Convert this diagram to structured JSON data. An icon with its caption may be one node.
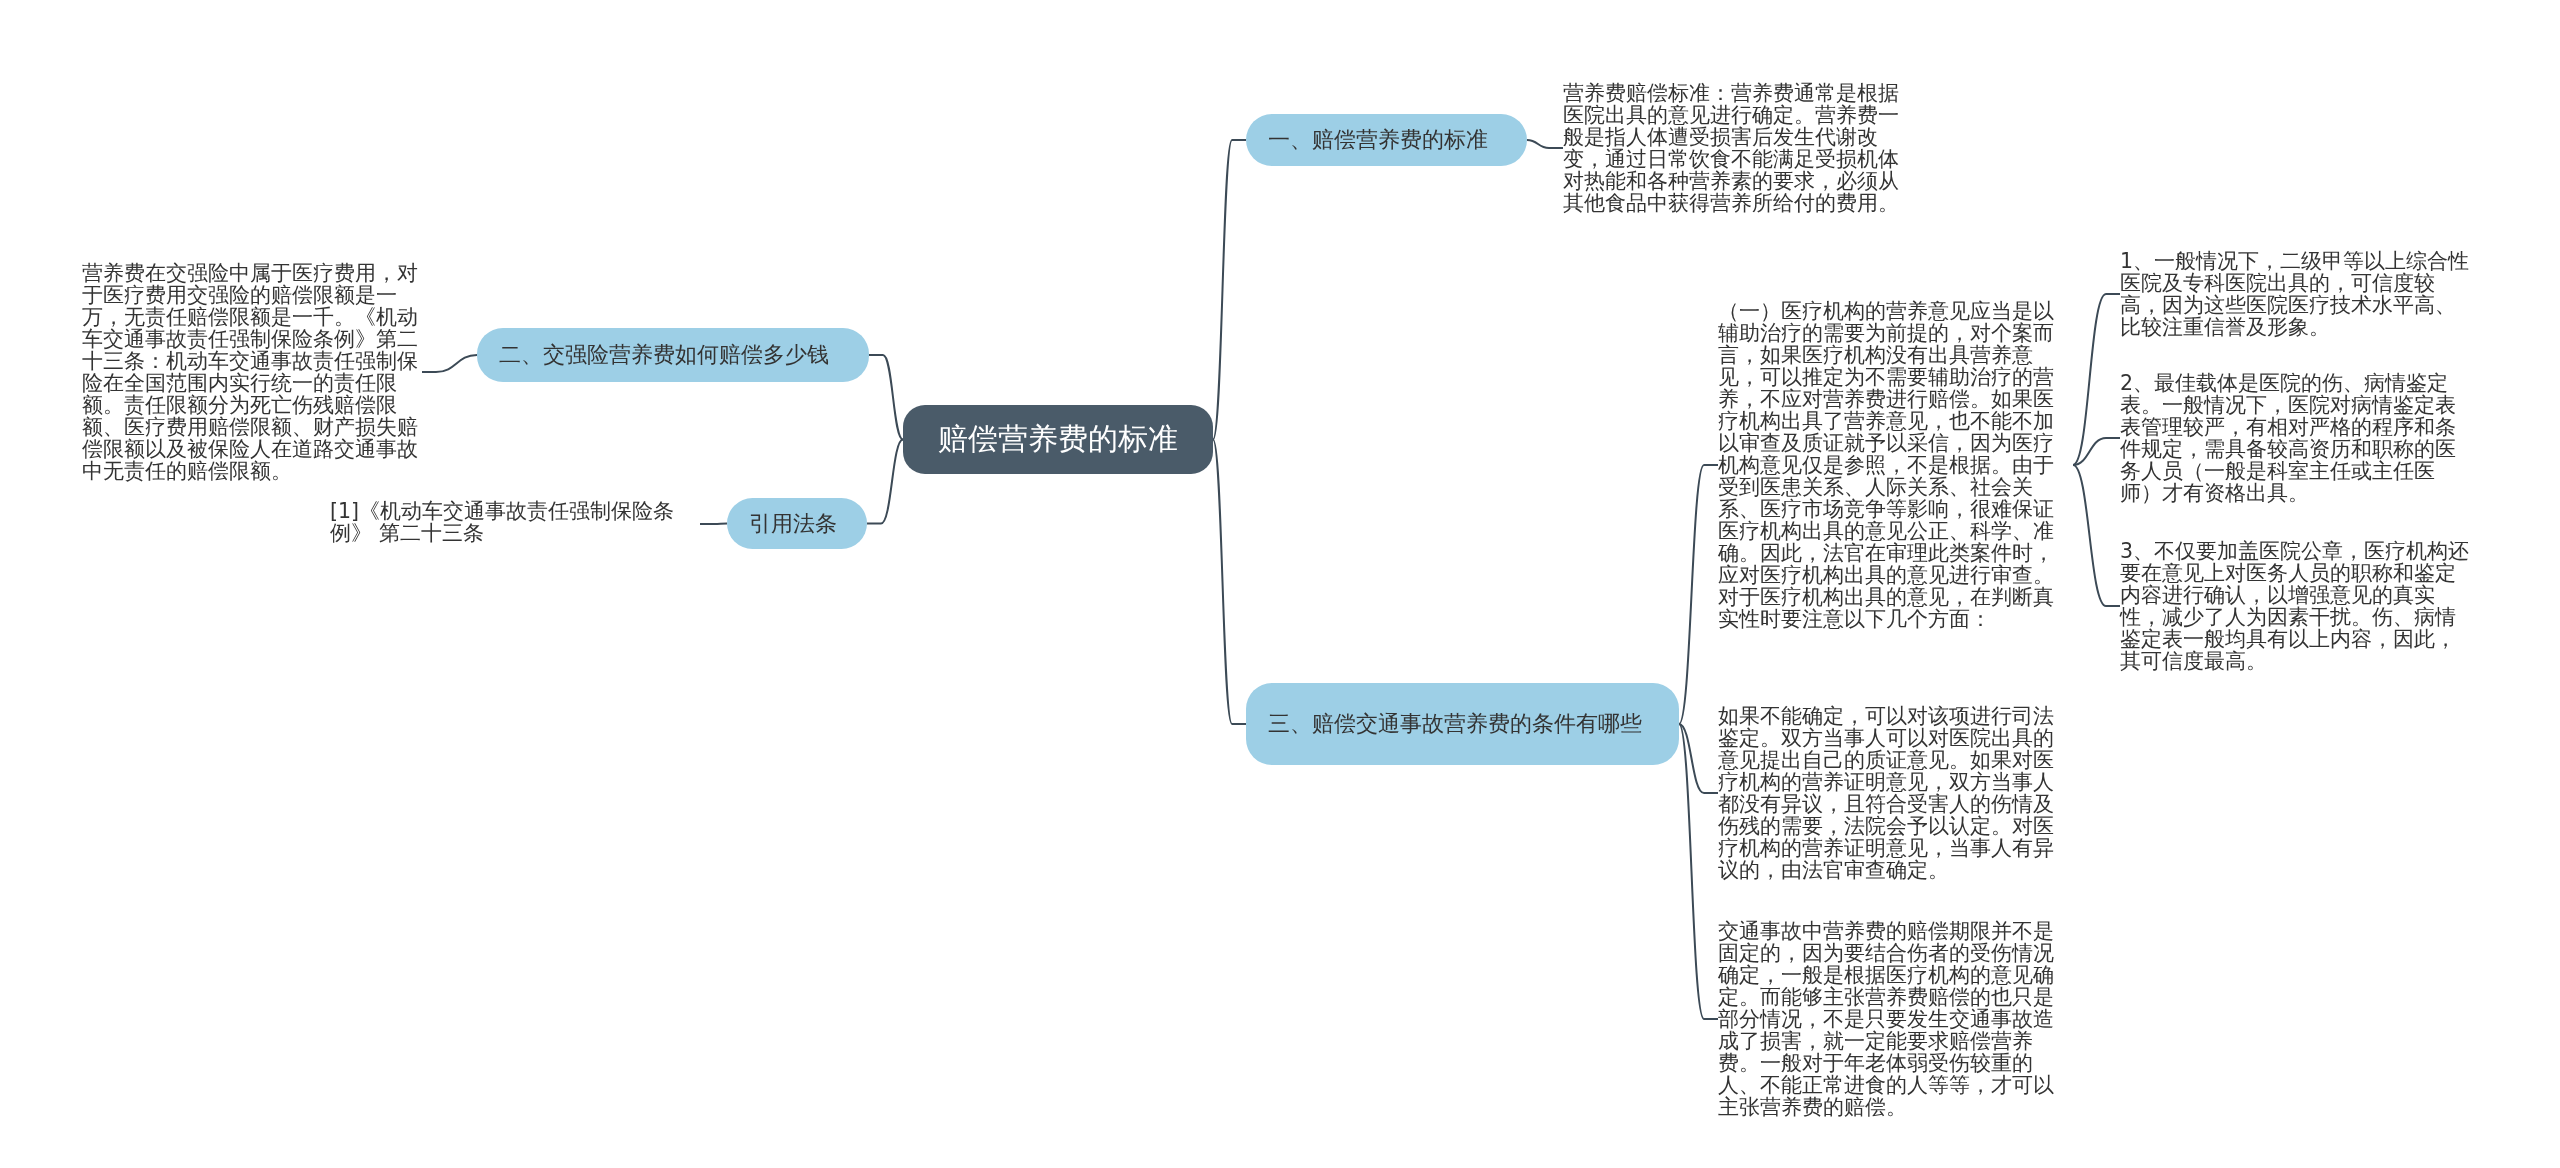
{
  "diagram": {
    "nodes": [
      {
        "text": [
          "赔偿营养费的标准"
        ]
      },
      {
        "text": [
          "一、赔偿营养费的标准"
        ]
      },
      {
        "text": [
          "营养费赔偿标准：营养费通常是根据医院出具的意见进行确定。营养费一般是指人体遭受损害后发生代谢改变，通过日常饮食不能满足受损机体对热能和各种营养素的要求，必须从其他食品中获得营养所给付的费用。"
        ]
      },
      {
        "text": [
          "二、交强险营养费如何赔偿多少钱"
        ]
      },
      {
        "text": [
          "营养费在交强险中属于医疗费用，对于医疗费用交强险的赔偿限额是一万，无责任赔偿限额是一千。《机动车交通事故责任强制保险条例》第二十三条：机动车交通事故责任强制保险在全国范围内实行统一的责任限额。责任限额分为死亡伤残赔偿限额、医疗费用赔偿限额、财产损失赔偿限额以及被保险人在道路交通事故中无责任的赔偿限额。"
        ]
      },
      {
        "text": [
          "引用法条"
        ]
      },
      {
        "text": [
          "[1]《机动车交通事故责任强制保险条例》 第二十三条"
        ]
      },
      {
        "text": [
          "三、赔偿交通事故营养费的条件有哪些"
        ]
      },
      {
        "text": [
          "（一）医疗机构的营养意见应当是以辅助治疗的需要为前提的，对个案而言，如果医疗机构没有出具营养意见，可以推定为不需要辅助治疗的营养，不应对营养费进行赔偿。如果医疗机构出具了营养意见，也不能不加以审查及质证就予以采信，因为医疗机构意见仅是参照，不是根据。由于受到医患关系、人际关系、社会关系、医疗市场竞争等影响，很难保证医疗机构出具的意见公正、科学、准确。因此，法官在审理此类案件时，应对医疗机构出具的意见进行审查。对于医疗机构出具的意见，在判断真实性时要注意以下几个方面："
        ]
      },
      {
        "text": [
          "1、一般情况下，二级甲等以上综合性医院及专科医院出具的，可信度较高，因为这些医院医疗技术水平高、比较注重信誉及形象。"
        ]
      },
      {
        "text": [
          "2、最佳载体是医院的伤、病情鉴定表。一般情况下，医院对病情鉴定表表管理较严，有相对严格的程序和条件规定，需具备较高资历和职称的医务人员（一般是科室主任或主任医师）才有资格出具。"
        ]
      },
      {
        "text": [
          "3、不仅要加盖医院公章，医疗机构还要在意见上对医务人员的职称和鉴定内容进行确认，以增强意见的真实性，减少了人为因素干扰。伤、病情鉴定表一般均具有以上内容，因此，其可信度最高。"
        ]
      },
      {
        "text": [
          "如果不能确定，可以对该项进行司法鉴定。双方当事人可以对医院出具的意见提出自己的质证意见。如果对医疗机构的营养证明意见，双方当事人都没有异议，且符合受害人的伤情及伤残的需要，法院会予以认定。对医疗机构的营养证明意见，当事人有异议的，由法官审查确定。"
        ]
      },
      {
        "text": [
          "交通事故中营养费的赔偿期限并不是固定的，因为要结合伤者的受伤情况确定，一般是根据医疗机构的意见确定。而能够主张营养费赔偿的也只是部分情况，不是只要发生交通事故造成了损害，就一定能要求赔偿营养费。一般对于年老体弱受伤较重的人、不能正常进食的人等等，才可以主张营养费的赔偿。"
        ]
      }
    ],
    "edges": [
      {
        "from": 0,
        "to": 1,
        "arrow": "none"
      },
      {
        "from": 1,
        "to": 2,
        "arrow": "none"
      },
      {
        "from": 0,
        "to": 3,
        "arrow": "none"
      },
      {
        "from": 3,
        "to": 4,
        "arrow": "none"
      },
      {
        "from": 0,
        "to": 5,
        "arrow": "none"
      },
      {
        "from": 5,
        "to": 6,
        "arrow": "none"
      },
      {
        "from": 0,
        "to": 7,
        "arrow": "none"
      },
      {
        "from": 7,
        "to": 8,
        "arrow": "none"
      },
      {
        "from": 8,
        "to": 9,
        "arrow": "none"
      },
      {
        "from": 8,
        "to": 10,
        "arrow": "none"
      },
      {
        "from": 8,
        "to": 11,
        "arrow": "none"
      },
      {
        "from": 7,
        "to": 12,
        "arrow": "none"
      },
      {
        "from": 7,
        "to": 13,
        "arrow": "none"
      }
    ]
  }
}
